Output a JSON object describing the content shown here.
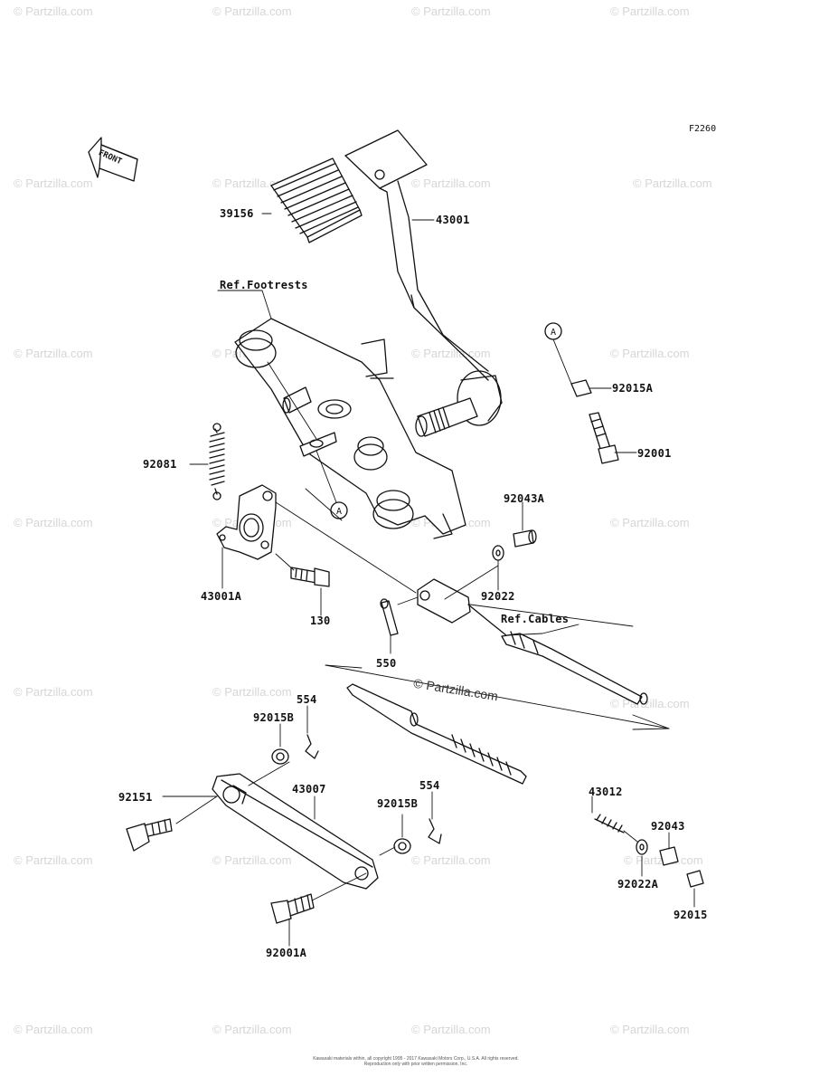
{
  "figure_id": "F2260",
  "front_label": "FRONT",
  "center_watermark": "© Partzilla.com",
  "watermark_text": "© Partzilla.com",
  "footer_lines": [
    "Kawasaki materials within, all copyright 1995 - 2017 Kawasaki Motors Corp., U.S.A. All rights reserved.",
    "Reproduction only with prior written permission, Inc."
  ],
  "callout_letter": "A",
  "labels": {
    "p39156": "39156",
    "p43001": "43001",
    "ref_footrests": "Ref.Footrests",
    "p92015A": "92015A",
    "p92001": "92001",
    "p92081": "92081",
    "p92043A": "92043A",
    "p43001A": "43001A",
    "p92022": "92022",
    "p130": "130",
    "ref_cables": "Ref.Cables",
    "p550": "550",
    "p554a": "554",
    "p92015B_a": "92015B",
    "p92151": "92151",
    "p43007": "43007",
    "p554b": "554",
    "p92015B_b": "92015B",
    "p43012": "43012",
    "p92043": "92043",
    "p92022A": "92022A",
    "p92015": "92015",
    "p92001A": "92001A"
  }
}
